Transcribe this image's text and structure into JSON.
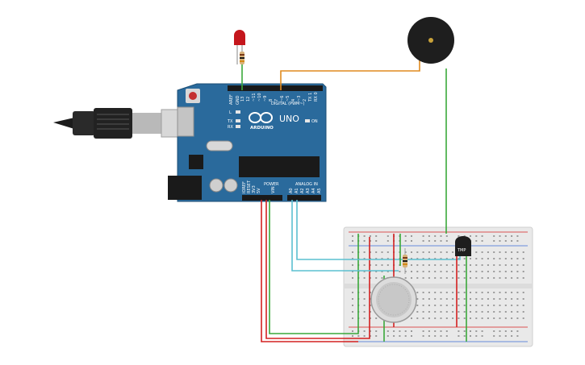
{
  "board": {
    "name": "UNO",
    "brand": "ARDUINO",
    "digital_label": "DIGITAL (PWM~)",
    "power_label": "POWER",
    "analog_label": "ANALOG IN",
    "aref_label": "AREF",
    "gnd_label": "GND",
    "tx_label": "TX",
    "rx_label": "RX",
    "l_label": "L",
    "on_label": "ON",
    "ioref_label": "IOREF",
    "reset_label": "RESET",
    "v33_label": "3V3",
    "v5_label": "5V",
    "vin_label": "VIN",
    "pin_labels": [
      "13",
      "12",
      "~11",
      "~10",
      "~9",
      "8",
      "7",
      "~6",
      "~5",
      "4",
      "~3",
      "2",
      "TX 1",
      "RX 0"
    ],
    "analog_pins": [
      "A0",
      "A1",
      "A2",
      "A3",
      "A4",
      "A5"
    ]
  },
  "sensor": {
    "label": "TMP"
  },
  "colors": {
    "board": "#2a6a9c",
    "wire_green": "#3aa83a",
    "wire_red": "#d42020",
    "wire_orange": "#e08a1e",
    "wire_cyan": "#5cc0d0",
    "led": "#c4161c",
    "buzzer": "#1e1e1e"
  }
}
